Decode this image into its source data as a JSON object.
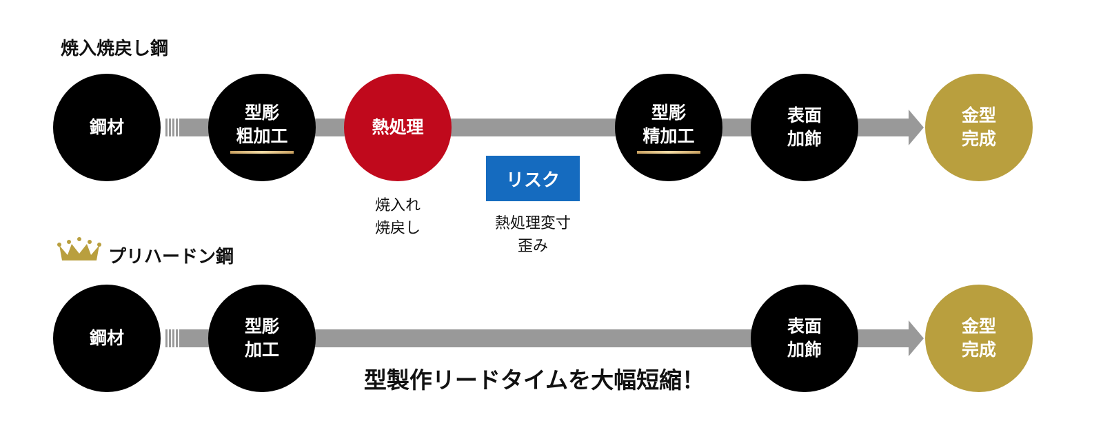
{
  "row1": {
    "title": "焼入焼戻し鋼",
    "steps": [
      [
        "鋼材"
      ],
      [
        "型彫",
        "粗加工"
      ],
      [
        "熱処理"
      ],
      [
        "型彫",
        "精加工"
      ],
      [
        "表面",
        "加飾"
      ],
      [
        "金型",
        "完成"
      ]
    ],
    "heat_note": [
      "焼入れ",
      "焼戻し"
    ],
    "risk_label": "リスク",
    "risk_note": [
      "熱処理変寸",
      "歪み"
    ]
  },
  "row2": {
    "title": "プリハードン鋼",
    "steps": [
      [
        "鋼材"
      ],
      [
        "型彫",
        "加工"
      ],
      [
        "表面",
        "加飾"
      ],
      [
        "金型",
        "完成"
      ]
    ],
    "headline": "型製作リードタイムを大幅短縮！"
  },
  "colors": {
    "heat": "#c0091c",
    "gold": "#b99f3e",
    "risk": "#156bbf",
    "bar": "#999999"
  }
}
